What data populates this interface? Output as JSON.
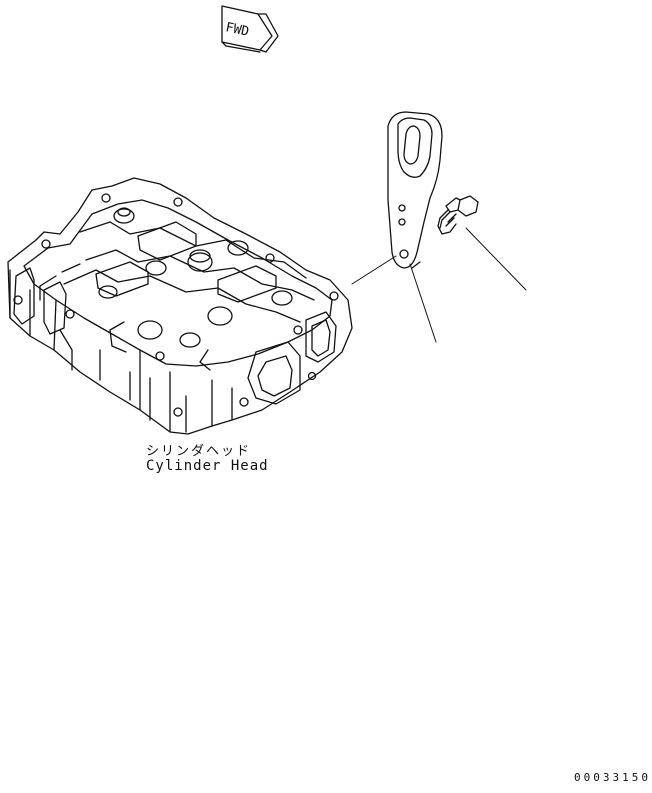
{
  "direction_arrow": {
    "text": "FWD"
  },
  "part_label": {
    "japanese": "シリンダヘッド",
    "english": "Cylinder Head"
  },
  "drawing_number": "00033150",
  "colors": {
    "ink": "#111111",
    "paper": "#ffffff"
  }
}
